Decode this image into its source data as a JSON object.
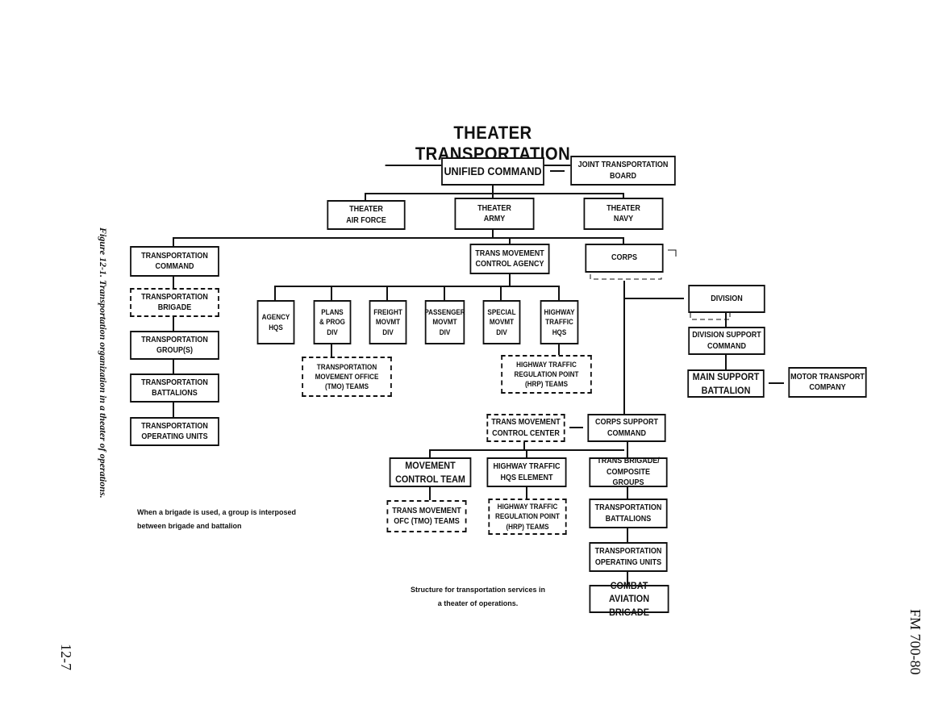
{
  "title": "THEATER TRANSPORTATION",
  "nodes": {
    "unified_command": "UNIFIED COMMAND",
    "joint_board": "JOINT TRANSPORTATION\nBOARD",
    "air_force": "THEATER\nAIR FORCE",
    "army": "THEATER\nARMY",
    "navy": "THEATER\nNAVY",
    "trans_command": "TRANSPORTATION\nCOMMAND",
    "tmca": "TRANS MOVEMENT\nCONTROL AGENCY",
    "corps": "CORPS",
    "trans_brigade": "TRANSPORTATION\nBRIGADE",
    "trans_group": "TRANSPORTATION\nGROUP(S)",
    "trans_battalions": "TRANSPORTATION\nBATTALIONS",
    "trans_operating_units": "TRANSPORTATION\nOPERATING UNITS",
    "agency_hqs": "AGENCY\nHQS",
    "plans_prog": "PLANS\n& PROG\nDIV",
    "freight": "FREIGHT\nMOVMT\nDIV",
    "passenger": "PASSENGER\nMOVMT\nDIV",
    "special": "SPECIAL\nMOVMT\nDIV",
    "highway_hqs": "HIGHWAY\nTRAFFIC\nHQS",
    "tmo_teams": "TRANSPORTATION\nMOVEMENT OFFICE\n(TMO) TEAMS",
    "hrp_teams": "HIGHWAY TRAFFIC\nREGULATION POINT\n(HRP) TEAMS",
    "division": "DIVISION",
    "div_support": "DIVISION SUPPORT\nCOMMAND",
    "main_support": "MAIN SUPPORT\nBATTALION",
    "motor_transport": "MOTOR TRANSPORT\nCOMPANY",
    "tmcc": "TRANS MOVEMENT\nCONTROL CENTER",
    "cosc": "CORPS SUPPORT\nCOMMAND",
    "mct": "MOVEMENT\nCONTROL TEAM",
    "hwy_element": "HIGHWAY TRAFFIC\nHQS ELEMENT",
    "trans_brig_comp": "TRANS BRIGADE/\nCOMPOSITE GROUPS",
    "ofc_tmo": "TRANS MOVEMENT\nOFC (TMO) TEAMS",
    "hrp_teams2": "HIGHWAY TRAFFIC\nREGULATION POINT\n(HRP) TEAMS",
    "corps_trans_bn": "TRANSPORTATION\nBATTALIONS",
    "corps_operating_units": "TRANSPORTATION\nOPERATING UNITS",
    "combat_aviation": "COMBAT AVIATION\nBRIGADE"
  },
  "notes": {
    "brigade_note": "When a brigade is used, a group is interposed\nbetween brigade and battalion",
    "structure_note": "Structure for transportation services in\na theater of operations."
  },
  "figure_caption": "Figure 12-1. Transportation organization in a theater of operations.",
  "page_number": "12-7",
  "manual_id": "FM 700-80"
}
